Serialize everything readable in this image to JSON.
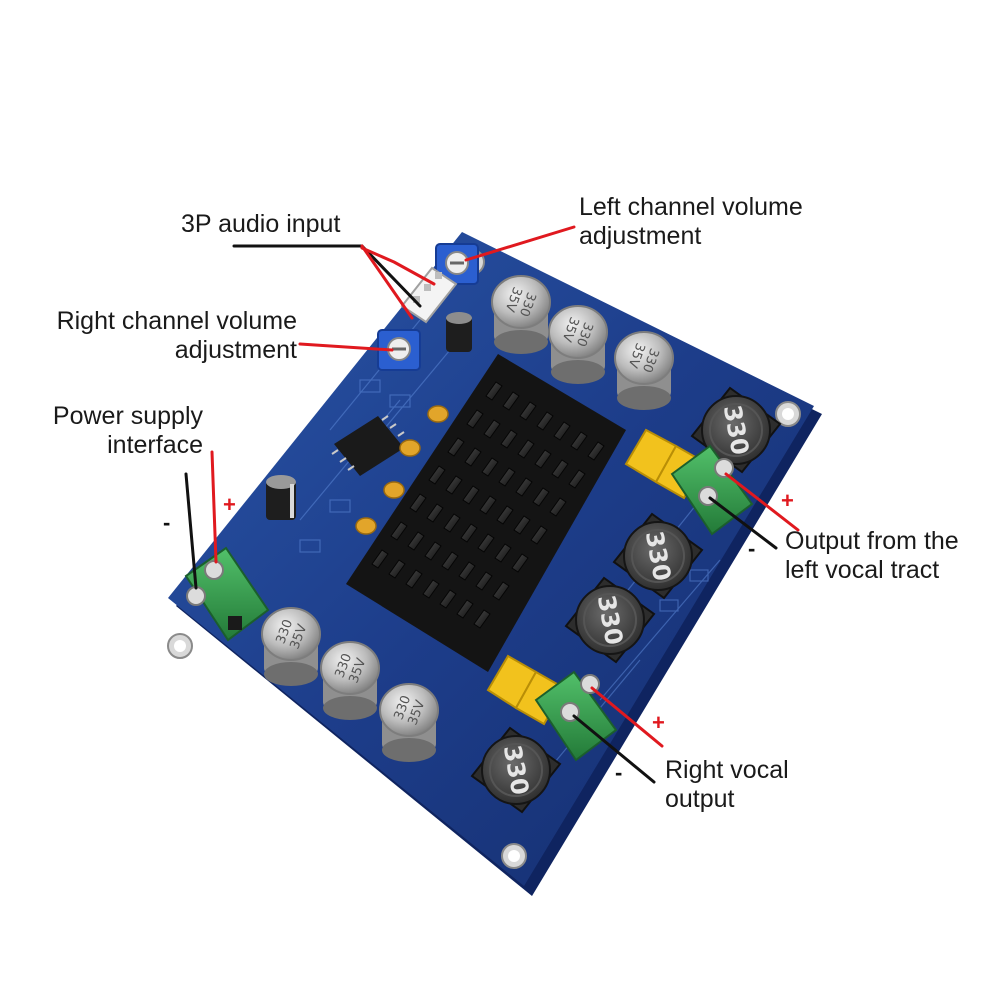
{
  "labels": {
    "audio_input": "3P audio input",
    "left_volume_1": "Left channel volume",
    "left_volume_2": "adjustment",
    "right_volume_1": "Right channel volume",
    "right_volume_2": "adjustment",
    "power_1": "Power supply",
    "power_2": "interface",
    "left_out_1": "Output from the",
    "left_out_2": "left vocal tract",
    "right_out_1": "Right vocal",
    "right_out_2": "output"
  },
  "signs": {
    "plus": "+",
    "minus": "-"
  },
  "component_text": {
    "inductor": "330",
    "capacitor_top_line1": "330",
    "capacitor_top_line2": "35V",
    "capacitor_bottom_line1": "330",
    "capacitor_bottom_line2": "35V"
  },
  "colors": {
    "board": "#1d3d8a",
    "board_edge": "#0f2460",
    "heatsink": "#1c1c1c",
    "terminal": "#2f9a4a",
    "capacitor": "#bcbcbc",
    "inductor_body": "#3a3a3a",
    "yellow_cap": "#f2c21d",
    "leader_red": "#e0191f",
    "leader_black": "#111111"
  }
}
